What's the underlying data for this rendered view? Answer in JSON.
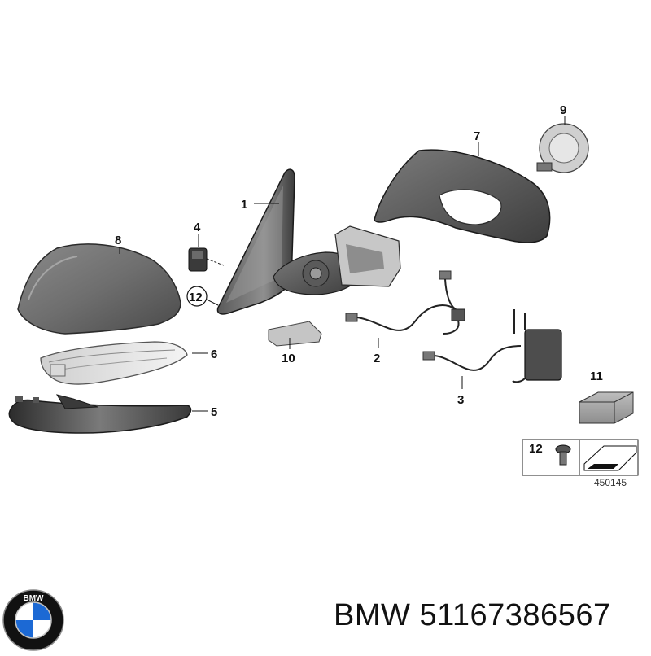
{
  "diagram": {
    "callouts": {
      "c1": "1",
      "c2": "2",
      "c3": "3",
      "c4": "4",
      "c5": "5",
      "c6": "6",
      "c7": "7",
      "c8": "8",
      "c9": "9",
      "c10": "10",
      "c11": "11",
      "c12_circled": "12",
      "c12_box": "12"
    },
    "reference_number": "450145"
  },
  "caption": {
    "brand": "BMW",
    "part_number": "51167386567"
  },
  "logo": {
    "letters": "BMW",
    "colors": {
      "blue": "#1c69d4",
      "white": "#ffffff",
      "ring": "#111111"
    }
  }
}
